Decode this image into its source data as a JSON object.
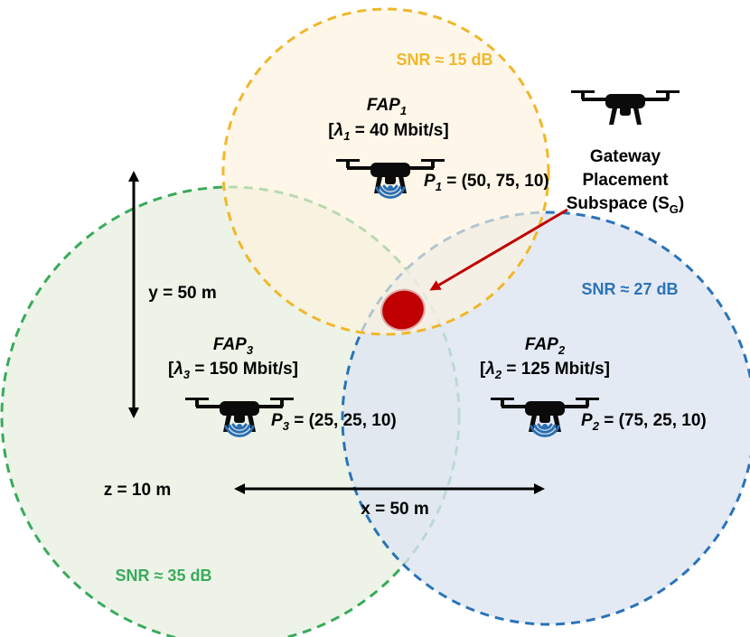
{
  "colors": {
    "fap1_stroke": "#f0b72a",
    "fap1_fill": "#fdf3dd",
    "fap2_stroke": "#2a73b8",
    "fap2_fill": "#dde5f1",
    "fap3_stroke": "#3aaa5c",
    "fap3_fill": "#eaf2e3",
    "gateway_marker": "#c00000",
    "arrow": "#c00000",
    "wifi": "#2b6fb3"
  },
  "faps": [
    {
      "id": "fap1",
      "name_base": "FAP",
      "name_sub": "1",
      "rate_open": "[",
      "rate_symbol": "λ",
      "rate_sub": "1",
      "rate_value": " = 40 Mbit/s]",
      "pos_symbol": "P",
      "pos_sub": "1",
      "pos_value": " = (50, 75, 10)",
      "snr": "SNR ≈ 15 dB"
    },
    {
      "id": "fap2",
      "name_base": "FAP",
      "name_sub": "2",
      "rate_open": "[",
      "rate_symbol": "λ",
      "rate_sub": "2",
      "rate_value": " = 125 Mbit/s]",
      "pos_symbol": "P",
      "pos_sub": "2",
      "pos_value": " = (75, 25, 10)",
      "snr": "SNR ≈ 27 dB"
    },
    {
      "id": "fap3",
      "name_base": "FAP",
      "name_sub": "3",
      "rate_open": "[",
      "rate_symbol": "λ",
      "rate_sub": "3",
      "rate_value": " = 150 Mbit/s]",
      "pos_symbol": "P",
      "pos_sub": "3",
      "pos_value": " = (25, 25, 10)",
      "snr": "SNR ≈ 35 dB"
    }
  ],
  "gateway": {
    "line1": "Gateway",
    "line2": "Placement",
    "line3_text": "Subspace (S",
    "line3_sub": "G",
    "line3_close": ")"
  },
  "dimensions": {
    "y_label": "y = 50 m",
    "x_label": "x = 50 m",
    "z_label": "z = 10 m"
  }
}
